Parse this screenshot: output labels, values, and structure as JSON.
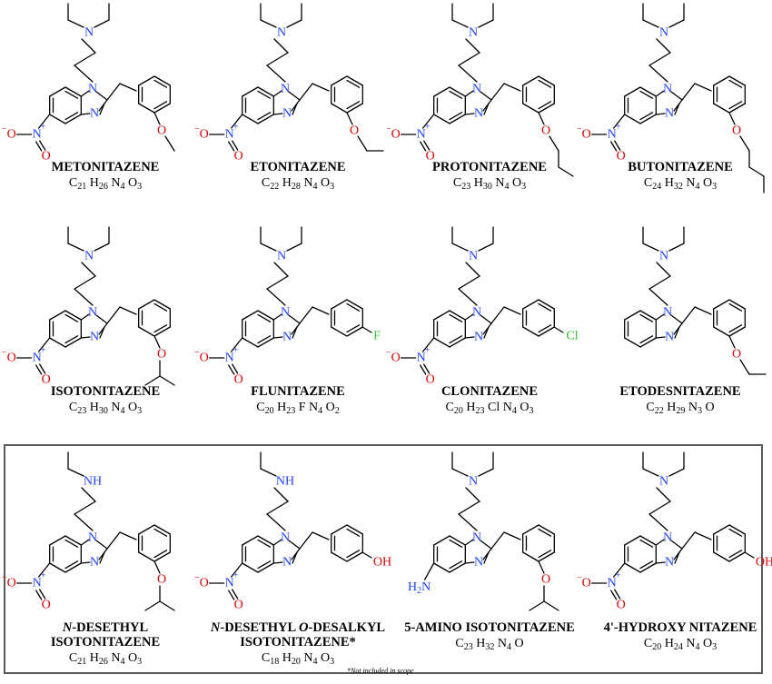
{
  "colors": {
    "nitrogen": "#1f3fff",
    "oxygen": "#e00000",
    "fluorine": "#33cc33",
    "chlorine": "#22bb22",
    "bond": "#000000",
    "box": "#5a5a5a"
  },
  "compounds": [
    {
      "name": "METONITAZENE",
      "formula": [
        [
          "C",
          "21"
        ],
        [
          "H",
          "26"
        ],
        [
          "N",
          "4"
        ],
        [
          "O",
          "3"
        ]
      ],
      "amine": "diethyl",
      "core": "nitro",
      "sub": "methoxy"
    },
    {
      "name": "ETONITAZENE",
      "formula": [
        [
          "C",
          "22"
        ],
        [
          "H",
          "28"
        ],
        [
          "N",
          "4"
        ],
        [
          "O",
          "3"
        ]
      ],
      "amine": "diethyl",
      "core": "nitro",
      "sub": "ethoxy"
    },
    {
      "name": "PROTONITAZENE",
      "formula": [
        [
          "C",
          "23"
        ],
        [
          "H",
          "30"
        ],
        [
          "N",
          "4"
        ],
        [
          "O",
          "3"
        ]
      ],
      "amine": "diethyl",
      "core": "nitro",
      "sub": "propoxy"
    },
    {
      "name": "BUTONITAZENE",
      "formula": [
        [
          "C",
          "24"
        ],
        [
          "H",
          "32"
        ],
        [
          "N",
          "4"
        ],
        [
          "O",
          "3"
        ]
      ],
      "amine": "diethyl",
      "core": "nitro",
      "sub": "butoxy"
    },
    {
      "name": "ISOTONITAZENE",
      "formula": [
        [
          "C",
          "23"
        ],
        [
          "H",
          "30"
        ],
        [
          "N",
          "4"
        ],
        [
          "O",
          "3"
        ]
      ],
      "amine": "diethyl",
      "core": "nitro",
      "sub": "isopropoxy"
    },
    {
      "name": "FLUNITAZENE",
      "formula": [
        [
          "C",
          "20"
        ],
        [
          "H",
          "23"
        ],
        [
          "F",
          ""
        ],
        [
          "N",
          "4"
        ],
        [
          "O",
          "2"
        ]
      ],
      "amine": "diethyl",
      "core": "nitro",
      "sub": "fluoro"
    },
    {
      "name": "CLONITAZENE",
      "formula": [
        [
          "C",
          "20"
        ],
        [
          "H",
          "23"
        ],
        [
          "Cl",
          ""
        ],
        [
          "N",
          "4"
        ],
        [
          "O",
          "3"
        ]
      ],
      "amine": "diethyl",
      "core": "nitro",
      "sub": "chloro"
    },
    {
      "name": "ETODESNITAZENE",
      "formula": [
        [
          "C",
          "22"
        ],
        [
          "H",
          "29"
        ],
        [
          "N",
          "3"
        ],
        [
          "O",
          ""
        ]
      ],
      "amine": "diethyl",
      "core": "plain",
      "sub": "ethoxy"
    },
    {
      "name_prefix": "N",
      "name_line1_rest": "-DESETHYL",
      "name_line2": "ISOTONITAZENE",
      "formula": [
        [
          "C",
          "21"
        ],
        [
          "H",
          "26"
        ],
        [
          "N",
          "4"
        ],
        [
          "O",
          "3"
        ]
      ],
      "amine": "monoethyl",
      "core": "nitro",
      "sub": "isopropoxy"
    },
    {
      "name_prefix": "N",
      "name_line1_mid": "-DESETHYL ",
      "name_prefix2": "O",
      "name_line1_rest": "-DESALKYL",
      "name_line2": "ISOTONITAZENE*",
      "formula": [
        [
          "C",
          "18"
        ],
        [
          "H",
          "20"
        ],
        [
          "N",
          "4"
        ],
        [
          "O",
          "3"
        ]
      ],
      "amine": "monoethyl",
      "core": "nitro",
      "sub": "hydroxy"
    },
    {
      "name": "5-AMINO ISOTONITAZENE",
      "formula": [
        [
          "C",
          "23"
        ],
        [
          "H",
          "32"
        ],
        [
          "N",
          "4"
        ],
        [
          "O",
          ""
        ]
      ],
      "amine": "diethyl",
      "core": "amino",
      "sub": "isopropoxy"
    },
    {
      "name": "4'-HYDROXY NITAZENE",
      "formula": [
        [
          "C",
          "20"
        ],
        [
          "H",
          "24"
        ],
        [
          "N",
          "4"
        ],
        [
          "O",
          "3"
        ]
      ],
      "amine": "diethyl",
      "core": "nitro",
      "sub": "hydroxy"
    }
  ],
  "atoms": {
    "N": "N",
    "NH": "NH",
    "O": "O",
    "OH": "OH",
    "F": "F",
    "Cl": "Cl",
    "H2N": "H",
    "H2N_sub": "2",
    "H2N_N": "N",
    "minus": "−",
    "plus": "+"
  },
  "footnote": "*Not included in scope"
}
